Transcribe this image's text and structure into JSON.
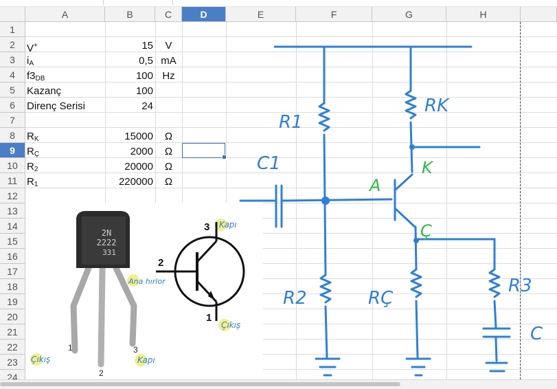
{
  "columns": [
    "A",
    "B",
    "C",
    "D",
    "E",
    "F",
    "G",
    "H"
  ],
  "selected_column": "D",
  "selected_row": "9",
  "rows": [
    "1",
    "2",
    "3",
    "4",
    "5",
    "6",
    "7",
    "8",
    "9",
    "10",
    "11",
    "12",
    "13",
    "14",
    "15",
    "16",
    "17",
    "18",
    "19",
    "20",
    "21",
    "22",
    "23",
    "24"
  ],
  "cells": {
    "A2": {
      "main": "V",
      "sup": "+"
    },
    "B2": "15",
    "C2": "V",
    "A3": {
      "main": "i",
      "sub": "A"
    },
    "B3": "0,5",
    "C3": "mA",
    "A4": {
      "main": "f3",
      "sub": "DB"
    },
    "B4": "100",
    "C4": "Hz",
    "A5": "Kazanç",
    "B5": "100",
    "A6": "Direnç Serisi",
    "B6": "24",
    "A8": {
      "main": "R",
      "sub": "K"
    },
    "B8": "15000",
    "C8": "Ω",
    "A9": {
      "main": "R",
      "sub": "Ç"
    },
    "B9": "2000",
    "C9": "Ω",
    "A10": {
      "main": "R",
      "sub": "2"
    },
    "B10": "20000",
    "C10": "Ω",
    "A11": {
      "main": "R",
      "sub": "1"
    },
    "B11": "220000",
    "C11": "Ω"
  },
  "transistor_photo": {
    "body_text": [
      "2N",
      "2222",
      "331"
    ],
    "pin_numbers": [
      "1",
      "2",
      "3"
    ],
    "pin_labels": [
      "Çıkış",
      "Kapı"
    ],
    "symbol_pins": [
      "3",
      "2",
      "1"
    ],
    "symbol_labels": [
      "Kapı",
      "Ana hırlor",
      "Çıkış"
    ]
  },
  "circuit_labels": {
    "r1": "R1",
    "rk": "RK",
    "c1": "C1",
    "a": "A",
    "k": "K",
    "c_node": "Ç",
    "r2": "R2",
    "rc": "RÇ",
    "r3": "R3",
    "c": "C"
  },
  "colors": {
    "header_selected": "#4a7fc8",
    "ink_blue": "#2f7fd6",
    "ink_green": "#2fb84a",
    "highlight_yellow": "#f3ef8a"
  }
}
